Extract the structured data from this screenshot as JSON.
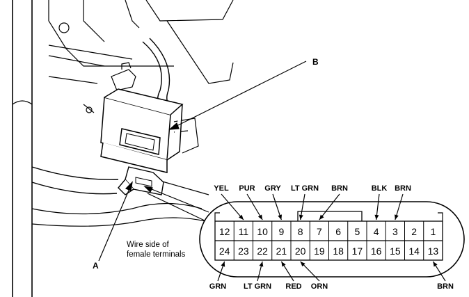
{
  "callouts": {
    "a": "A",
    "b": "B"
  },
  "note": {
    "line1": "Wire side of",
    "line2": "female terminals"
  },
  "top_wire_labels": [
    "YEL",
    "PUR",
    "GRY",
    "LT GRN",
    "BRN",
    "BLK",
    "BRN"
  ],
  "bottom_wire_labels": [
    "GRN",
    "LT GRN",
    "RED",
    "ORN",
    "BRN"
  ],
  "top_row_pins": [
    "12",
    "11",
    "10",
    "9",
    "8",
    "7",
    "6",
    "5",
    "4",
    "3",
    "2",
    "1"
  ],
  "bottom_row_pins": [
    "24",
    "23",
    "22",
    "21",
    "20",
    "19",
    "18",
    "17",
    "16",
    "15",
    "14",
    "13"
  ]
}
